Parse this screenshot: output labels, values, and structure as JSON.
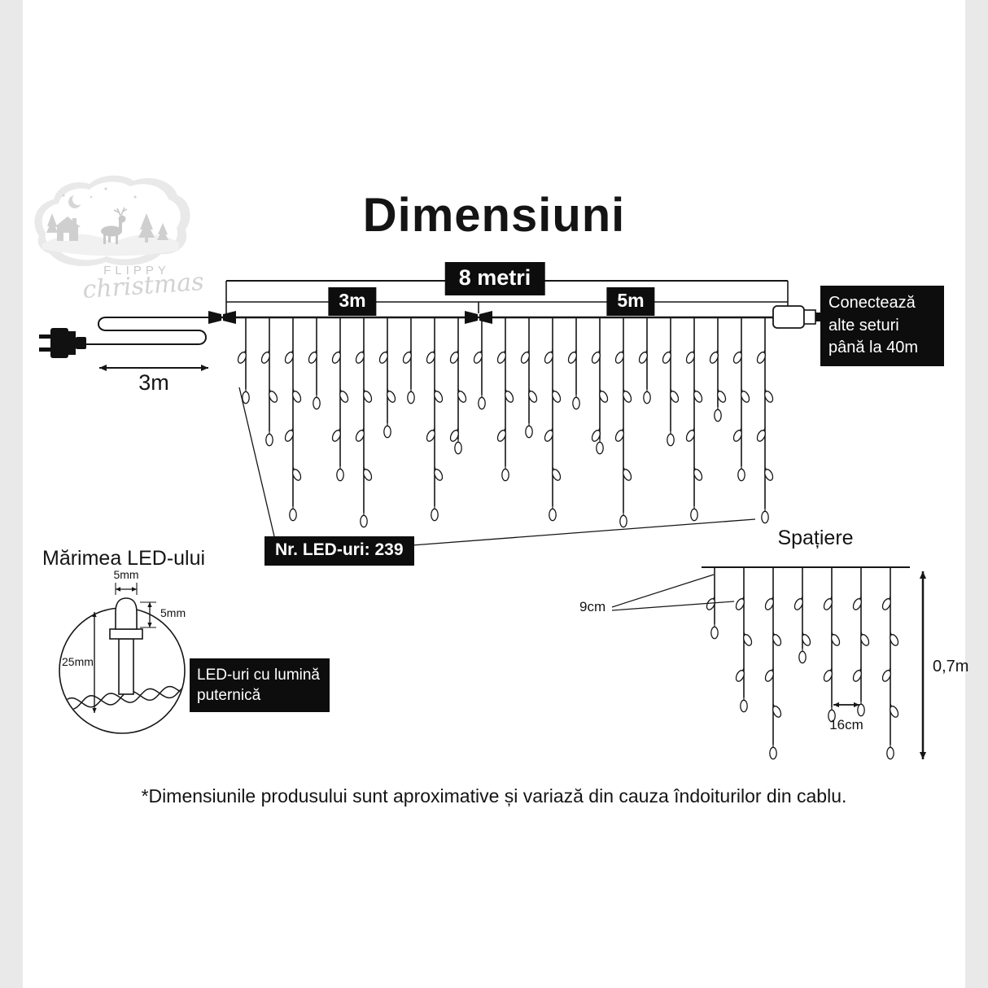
{
  "colors": {
    "label_bg": "#0d0d0d",
    "label_text": "#ffffff",
    "line": "#161616",
    "page_margin": "#e9e9e9"
  },
  "page": {
    "title": "Dimensiuni",
    "footnote": "*Dimensiunile produsului sunt aproximative și variază din cauza îndoiturilor din cablu."
  },
  "logo": {
    "brand_line1": "FLIPPY",
    "brand_line2": "christmas"
  },
  "strand": {
    "total_length_label": "8 metri",
    "left_segment_label": "3m",
    "right_segment_label": "5m",
    "lead_length_label": "3m",
    "led_count_label": "Nr. LED-uri: 239",
    "connector_note": "Conectează alte seturi până la 40m"
  },
  "led_size": {
    "section_title": "Mărimea LED-ului",
    "bulb_width": "5mm",
    "bulb_height": "5mm",
    "led_length": "25mm",
    "note": "LED-uri cu lumină puternică"
  },
  "spacing": {
    "section_title": "Spațiere",
    "led_gap": "9cm",
    "drop_gap": "16cm",
    "drop_height": "0,7m"
  }
}
